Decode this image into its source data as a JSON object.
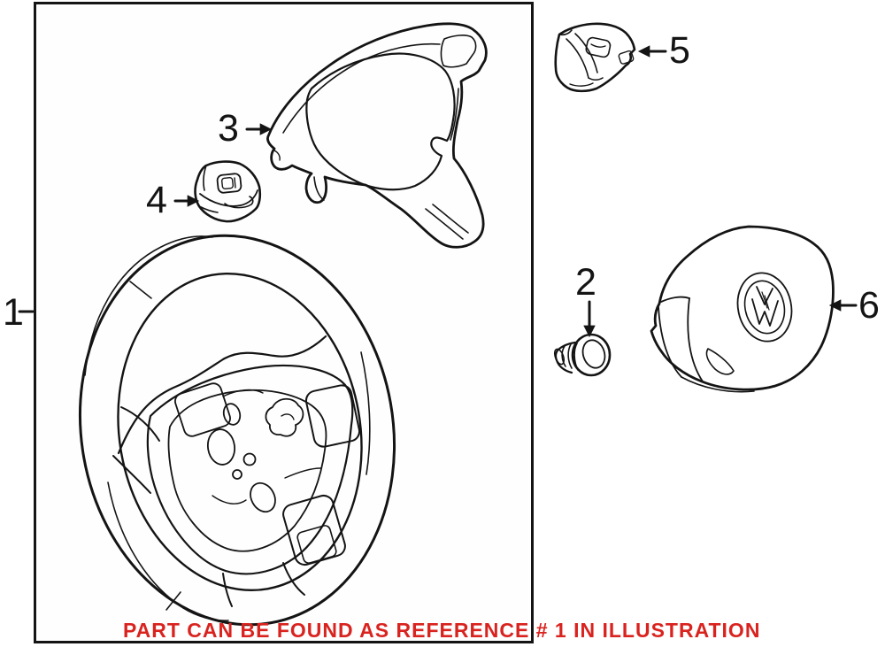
{
  "note": {
    "text": "PART CAN BE FOUND AS REFERENCE # 1 IN ILLUSTRATION"
  },
  "callouts": [
    {
      "label": "1"
    },
    {
      "label": "2"
    },
    {
      "label": "3"
    },
    {
      "label": "4"
    },
    {
      "label": "5"
    },
    {
      "label": "6"
    }
  ],
  "parts": [
    {
      "ref": "1",
      "name": "steering-wheel"
    },
    {
      "ref": "2",
      "name": "mounting-screw"
    },
    {
      "ref": "3",
      "name": "steering-wheel-trim-cover"
    },
    {
      "ref": "4",
      "name": "steering-wheel-control-button"
    },
    {
      "ref": "5",
      "name": "steering-wheel-control-switch"
    },
    {
      "ref": "6",
      "name": "driver-airbag-module"
    }
  ],
  "colors": {
    "line": "#141414",
    "background": "#ffffff",
    "note": "#d9231f"
  }
}
